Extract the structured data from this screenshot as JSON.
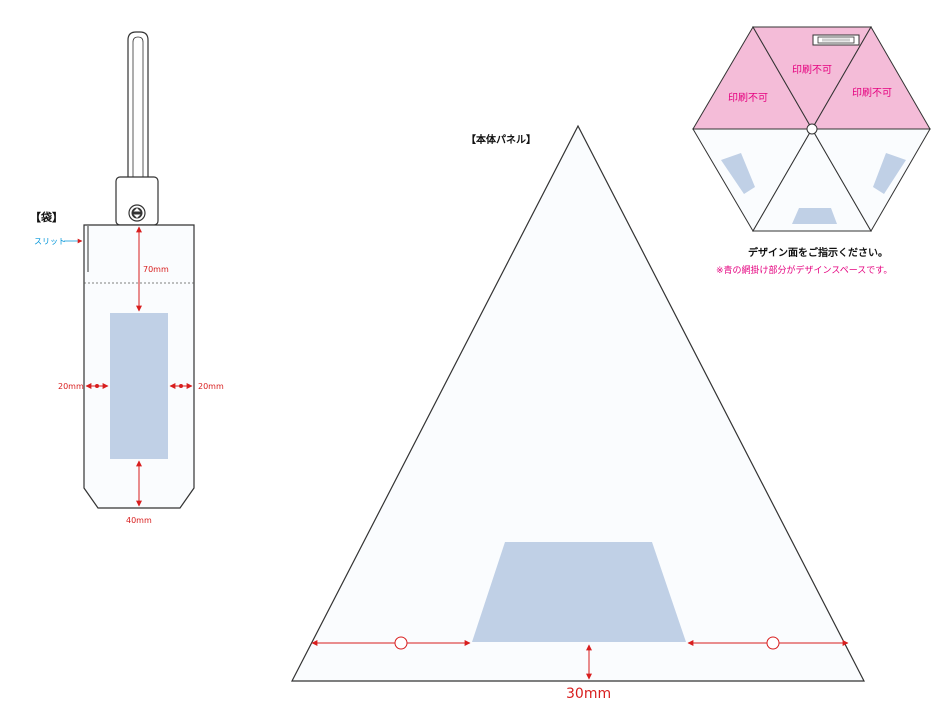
{
  "labels": {
    "bag_title": "【袋】",
    "slit": "スリット",
    "panel_title": "【本体パネル】",
    "bag_top_margin": "70mm",
    "bag_left_margin": "20mm",
    "bag_right_margin": "20mm",
    "bag_bottom_margin": "40mm",
    "panel_bottom_margin": "30mm",
    "no_print_1": "印刷不可",
    "no_print_2": "印刷不可",
    "no_print_3": "印刷不可",
    "instruction": "デザイン面をご指示ください。",
    "note": "※青の網掛け部分がデザインスペースです。"
  },
  "colors": {
    "design_area": "#c0d0e6",
    "no_print_area": "#f4bcd8",
    "panel_fill": "#fafcfe",
    "outline": "#333333",
    "dimension": "#d81e1e",
    "note_text": "#e5007f",
    "slit_text": "#0095d9"
  }
}
